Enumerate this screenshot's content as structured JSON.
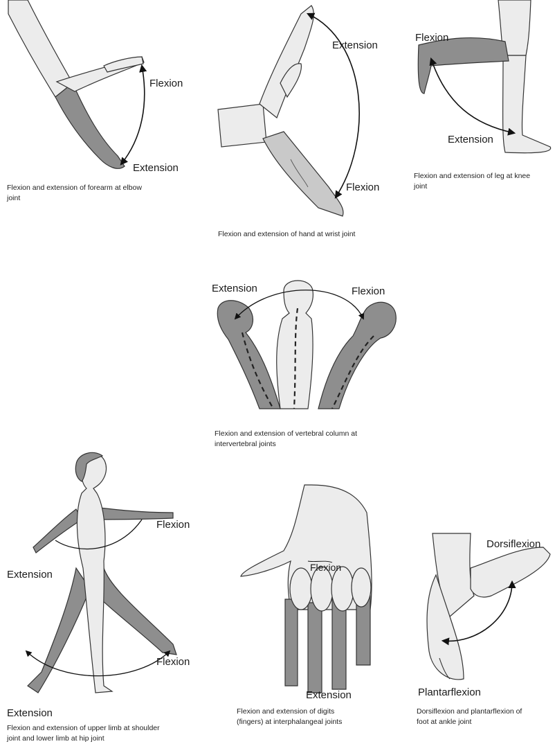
{
  "panels": {
    "elbow": {
      "flexion_label": "Flexion",
      "extension_label": "Extension",
      "caption_line1": "Flexion and extension of forearm at elbow",
      "caption_line2": "joint"
    },
    "wrist": {
      "extension_label": "Extension",
      "flexion_label": "Flexion",
      "caption_line1": "Flexion and extension of hand at wrist joint"
    },
    "knee": {
      "flexion_label": "Flexion",
      "extension_label": "Extension",
      "caption_line1": "Flexion and extension of leg at knee",
      "caption_line2": "joint"
    },
    "spine": {
      "extension_label": "Extension",
      "flexion_label": "Flexion",
      "caption_line1": "Flexion and extension of vertebral column at",
      "caption_line2": "intervertebral joints"
    },
    "hip_shoulder": {
      "flexion_upper_label": "Flexion",
      "extension_upper_label": "Extension",
      "flexion_lower_label": "Flexion",
      "extension_lower_label": "Extension",
      "caption_line1": "Flexion and extension of upper limb at shoulder",
      "caption_line2": "joint and lower limb at hip joint"
    },
    "fingers": {
      "flexion_label": "Flexion",
      "extension_label": "Extension",
      "caption_line1": "Flexion and extension of digits",
      "caption_line2": "(fingers) at interphalangeal joints"
    },
    "ankle": {
      "dorsiflexion_label": "Dorsiflexion",
      "plantarflexion_label": "Plantarflexion",
      "caption_line1": "Dorsiflexion and plantarflexion of",
      "caption_line2": "foot at ankle joint"
    }
  }
}
